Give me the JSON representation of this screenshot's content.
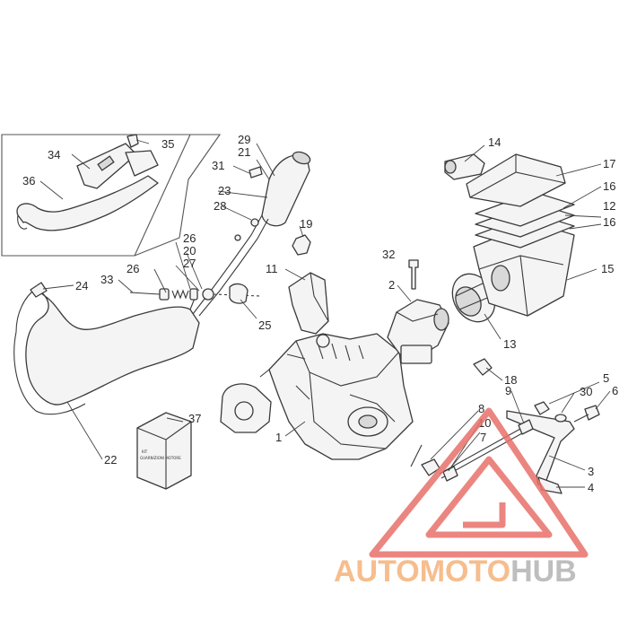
{
  "diagram": {
    "callouts": [
      "1",
      "2",
      "3",
      "4",
      "5",
      "6",
      "7",
      "8",
      "9",
      "10",
      "11",
      "12",
      "13",
      "14",
      "15",
      "16",
      "16",
      "17",
      "18",
      "19",
      "20",
      "21",
      "22",
      "23",
      "24",
      "25",
      "26",
      "26",
      "27",
      "28",
      "29",
      "30",
      "31",
      "32",
      "33",
      "34",
      "35",
      "36",
      "37"
    ],
    "box_37_label": [
      "KIT",
      "GUARNIZIONI MOTORE"
    ]
  },
  "watermark": {
    "brand_prefix": "AUTOMOTO",
    "brand_suffix": "HUB",
    "color_prefix": "#f5b27a",
    "color_suffix": "#b3b3b3",
    "triangle_color": "#e8706a"
  }
}
